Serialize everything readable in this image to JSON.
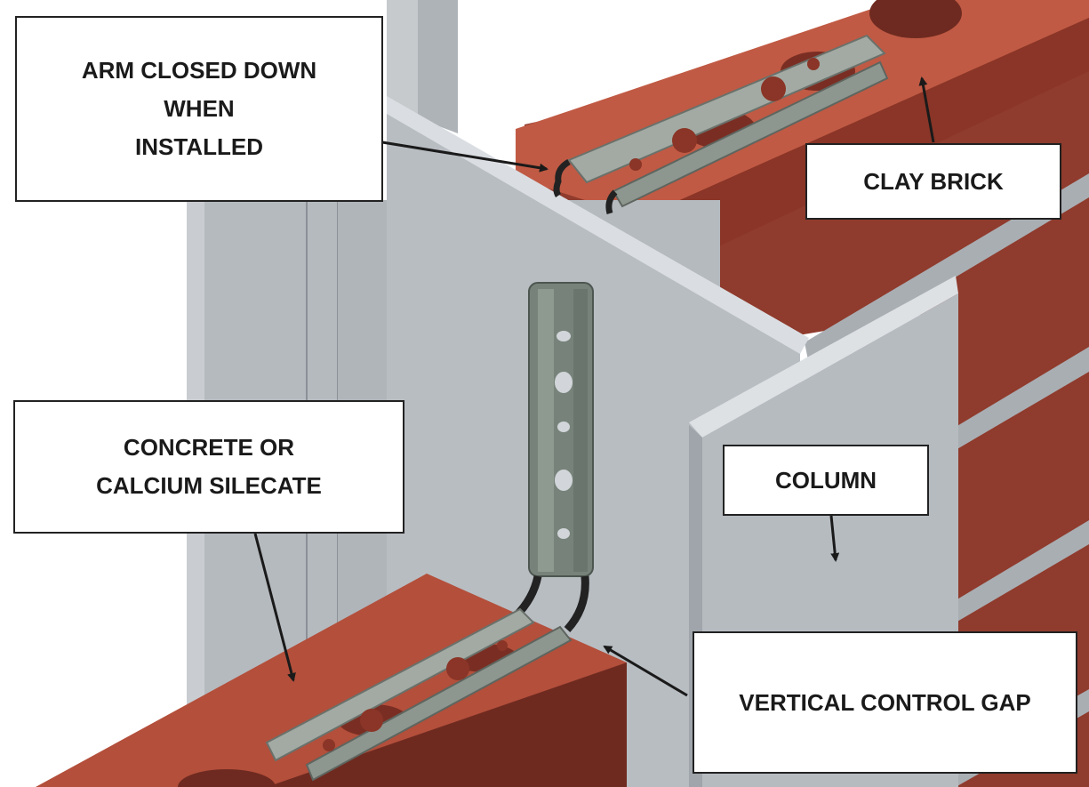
{
  "labels": {
    "arm": "ARM CLOSED DOWN\nWHEN\nINSTALLED",
    "clay_brick": "CLAY BRICK",
    "concrete": "CONCRETE OR\nCALCIUM SILECATE",
    "column": "COLUMN",
    "gap": "VERTICAL CONTROL GAP"
  },
  "colors": {
    "brick": "#a94a38",
    "brick_dark": "#7c2f24",
    "brick_top": "#c45a43",
    "mortar": "#a9aeb3",
    "steel_face": "#b7bcc2",
    "steel_edge": "#d9dde1",
    "tie_metal": "#9aa39b",
    "callout_border": "#222222",
    "arrow": "#1a1a1a"
  }
}
